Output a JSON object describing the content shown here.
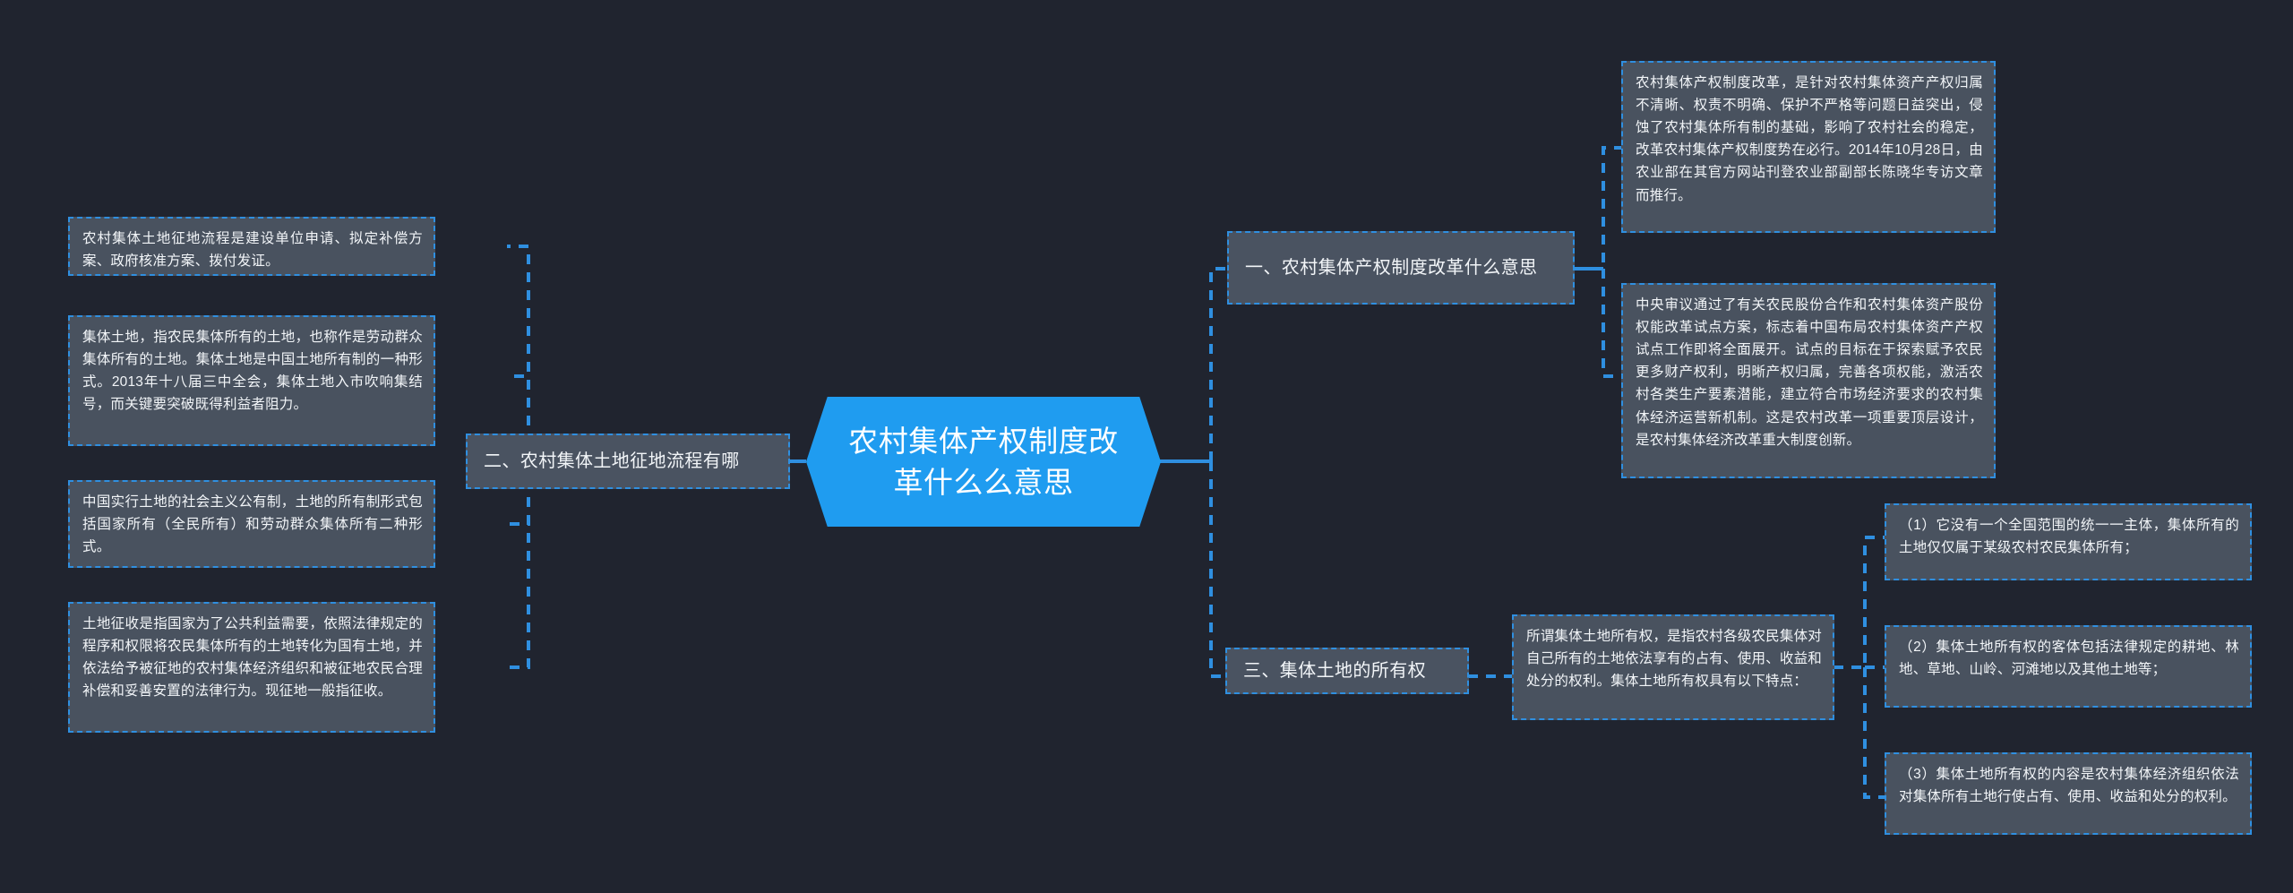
{
  "theme": {
    "background": "#20242f",
    "accent": "#1f9cf0",
    "node_fill": "#4a5361",
    "node_border": "#2f8fe0",
    "text": "#f2f5f8"
  },
  "mindmap": {
    "root": {
      "label": "农村集体产权制度改革什么么意思",
      "text": "农村集体产权制度改革什么么意思"
    },
    "branches": [
      {
        "id": "branch-1",
        "label": "一、农村集体产权制度改革什么意思",
        "children": [
          {
            "id": "branch-1-leaf-1",
            "text": "农村集体产权制度改革，是针对农村集体资产产权归属不清晰、权责不明确、保护不严格等问题日益突出，侵蚀了农村集体所有制的基础，影响了农村社会的稳定，改革农村集体产权制度势在必行。2014年10月28日，由农业部在其官方网站刊登农业部副部长陈晓华专访文章而推行。"
          },
          {
            "id": "branch-1-leaf-2",
            "text": "中央审议通过了有关农民股份合作和农村集体资产股份权能改革试点方案，标志着中国布局农村集体资产产权试点工作即将全面展开。试点的目标在于探索赋予农民更多财产权利，明晰产权归属，完善各项权能，激活农村各类生产要素潜能，建立符合市场经济要求的农村集体经济运营新机制。这是农村改革一项重要顶层设计，是农村集体经济改革重大制度创新。"
          }
        ]
      },
      {
        "id": "branch-2",
        "label": "二、农村集体土地征地流程有哪",
        "children": [
          {
            "id": "branch-2-leaf-1",
            "text": "农村集体土地征地流程是建设单位申请、拟定补偿方案、政府核准方案、拨付发证。"
          },
          {
            "id": "branch-2-leaf-2",
            "text": "集体土地，指农民集体所有的土地，也称作是劳动群众集体所有的土地。集体土地是中国土地所有制的一种形式。2013年十八届三中全会，集体土地入市吹响集结号，而关键要突破既得利益者阻力。"
          },
          {
            "id": "branch-2-leaf-3",
            "text": "中国实行土地的社会主义公有制，土地的所有制形式包括国家所有（全民所有）和劳动群众集体所有二种形式。"
          },
          {
            "id": "branch-2-leaf-4",
            "text": "土地征收是指国家为了公共利益需要，依照法律规定的程序和权限将农民集体所有的土地转化为国有土地，并依法给予被征地的农村集体经济组织和被征地农民合理补偿和妥善安置的法律行为。现征地一般指征收。"
          }
        ]
      },
      {
        "id": "branch-3",
        "label": "三、集体土地的所有权",
        "children": [
          {
            "id": "branch-3-leaf-1",
            "text": "所谓集体土地所有权，是指农村各级农民集体对自己所有的土地依法享有的占有、使用、收益和处分的权利。集体土地所有权具有以下特点："
          }
        ],
        "grandchildren": [
          {
            "id": "branch-3-sub-1",
            "text": "（1）它没有一个全国范围的统一一主体，集体所有的土地仅仅属于某级农村农民集体所有；"
          },
          {
            "id": "branch-3-sub-2",
            "text": "（2）集体土地所有权的客体包括法律规定的耕地、林地、草地、山岭、河滩地以及其他土地等；"
          },
          {
            "id": "branch-3-sub-3",
            "text": "（3）集体土地所有权的内容是农村集体经济组织依法对集体所有土地行使占有、使用、收益和处分的权利。"
          }
        ]
      }
    ]
  }
}
